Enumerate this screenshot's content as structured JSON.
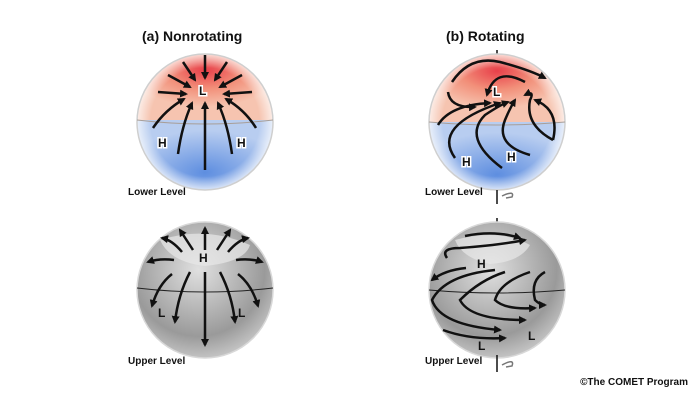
{
  "panels": {
    "a": {
      "title": "(a) Nonrotating",
      "lower_label": "Lower Level",
      "upper_label": "Upper Level",
      "lower": {
        "center": "L",
        "left": "H",
        "right": "H"
      },
      "upper": {
        "center": "H",
        "left": "L",
        "right": "L"
      }
    },
    "b": {
      "title": "(b) Rotating",
      "lower_label": "Lower Level",
      "upper_label": "Upper Level",
      "lower": {
        "center": "L",
        "left": "H",
        "right": "H"
      },
      "upper": {
        "center": "H",
        "left": "L",
        "right": "L"
      }
    }
  },
  "credit": "©The COMET Program",
  "colors": {
    "warm": "#f08a6a",
    "warm_core": "#e8404a",
    "cool": "#7aa6e8",
    "globe_gray": "#bdbdbd",
    "arrow": "#111111"
  }
}
